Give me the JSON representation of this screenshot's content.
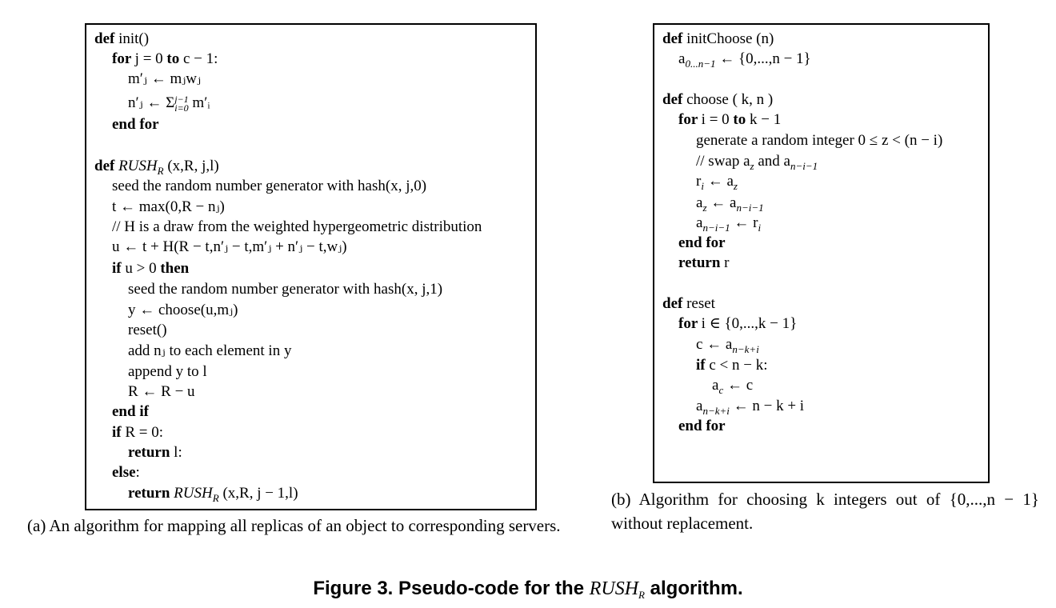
{
  "panel_a": {
    "lines": [
      {
        "k": "def ",
        "t": "init()"
      },
      {
        "k": "for ",
        "t": "j = 0 ",
        "k2": "to ",
        "t2": "c − 1:"
      },
      {
        "t": "m′ⱼ ← mⱼwⱼ"
      },
      {
        "t": "n′ⱼ ← Σ",
        "t2": " m′ᵢ"
      },
      {
        "k": "end for"
      },
      {
        "k": "def ",
        "t": "RUSH",
        "t2": " (x,R, j,l)"
      },
      {
        "t": "seed the random number generator with hash(x, j,0)"
      },
      {
        "t": "t ← max(0,R − nⱼ)"
      },
      {
        "t": "// H is a draw from the weighted hypergeometric distribution"
      },
      {
        "t": "u ← t + H(R − t,n′ⱼ − t,m′ⱼ + n′ⱼ − t,wⱼ)"
      },
      {
        "k": "if ",
        "t": "u > 0 ",
        "k2": "then"
      },
      {
        "t": "seed the random number generator with hash(x, j,1)"
      },
      {
        "t": "y ← choose(u,mⱼ)"
      },
      {
        "t": "reset()"
      },
      {
        "t": "add nⱼ to each element in y"
      },
      {
        "t": "append y to l"
      },
      {
        "t": "R ← R − u"
      },
      {
        "k": "end if"
      },
      {
        "k": "if ",
        "t": "R = 0:"
      },
      {
        "k": "return ",
        "t": "l:"
      },
      {
        "k": "else",
        "t": ":"
      },
      {
        "k": "return ",
        "t": "RUSH",
        "t2": " (x,R, j − 1,l)"
      }
    ],
    "sum_limits": {
      "upper": "j−1",
      "lower": "i=0"
    },
    "rush_sub": "R",
    "caption": "(a) An algorithm for mapping all replicas of an object to corresponding servers."
  },
  "panel_b": {
    "lines": [
      {
        "k": "def ",
        "t": "initChoose (n)"
      },
      {
        "t": "a",
        "sub": "0...n−1",
        "t2": " ← {0,...,n − 1}"
      },
      {
        "k": "def ",
        "t": "choose ( k, n )"
      },
      {
        "k": "for ",
        "t": "i = 0 ",
        "k2": "to ",
        "t2": "k − 1"
      },
      {
        "t": "generate a random integer 0 ≤ z < (n − i)"
      },
      {
        "t": "// swap a",
        "sub": "z",
        "t2": " and a",
        "sub2": "n−i−1"
      },
      {
        "t": "r",
        "sub": "i",
        "t2": " ← a",
        "sub2": "z"
      },
      {
        "t": "a",
        "sub": "z",
        "t2": " ← a",
        "sub2": "n−i−1"
      },
      {
        "t": "a",
        "sub": "n−i−1",
        "t2": " ← r",
        "sub2": "i"
      },
      {
        "k": "end for"
      },
      {
        "k": "return ",
        "t": "r"
      },
      {
        "k": "def ",
        "t": "reset"
      },
      {
        "k": "for ",
        "t": "i ∈ {0,...,k − 1}"
      },
      {
        "t": "c ← a",
        "sub": "n−k+i"
      },
      {
        "k": "if ",
        "t": "c < n − k:"
      },
      {
        "t": "a",
        "sub": "c",
        "t2": " ← c"
      },
      {
        "t": "a",
        "sub": "n−k+i",
        "t2": " ← n − k + i"
      },
      {
        "k": "end for"
      }
    ],
    "caption": "(b) Algorithm for choosing k integers out of {0,...,n − 1} without replacement."
  },
  "figure_caption": {
    "prefix": "Figure 3. Pseudo-code for the ",
    "alg": "RUSH",
    "alg_sub": "R",
    "suffix": " algorithm."
  }
}
